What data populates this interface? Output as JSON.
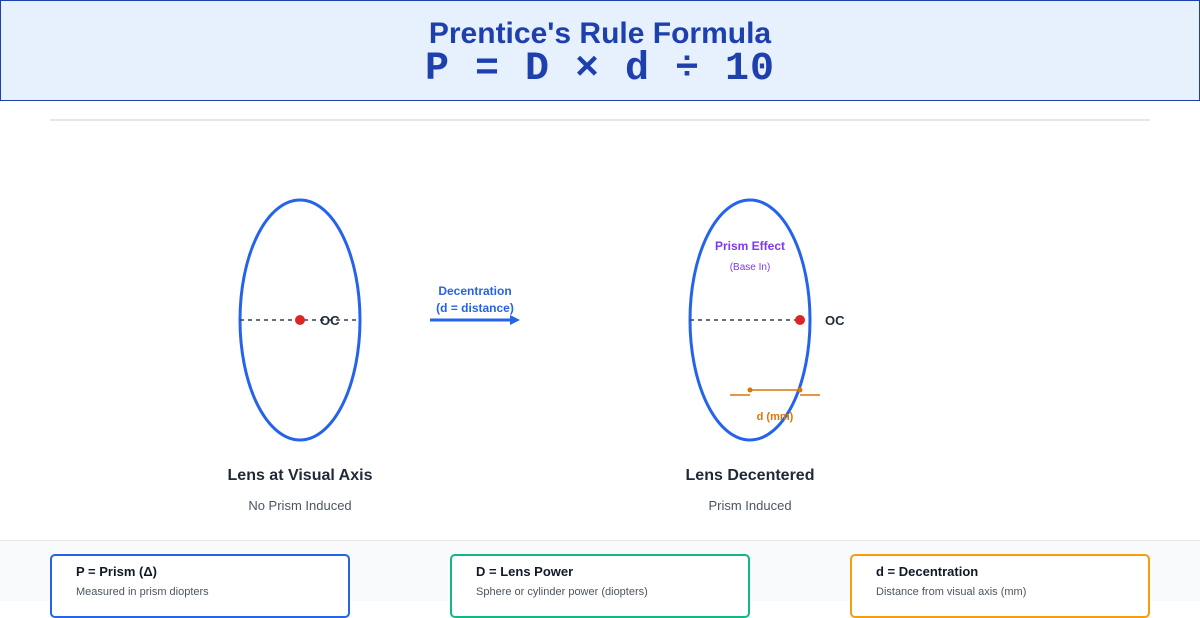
{
  "header": {
    "title": "Prentice's Rule Formula",
    "formula": "P = D × d ÷ 10"
  },
  "left_lens": {
    "oc_label": "OC",
    "caption": "Lens at Visual Axis",
    "subcaption": "No Prism Induced"
  },
  "arrow": {
    "line1": "Decentration",
    "line2": "(d = distance)"
  },
  "right_lens": {
    "prism_label": "Prism Effect",
    "prism_sub": "(Base In)",
    "oc_label": "OC",
    "d_label": "d (mm)",
    "caption": "Lens Decentered",
    "subcaption": "Prism Induced"
  },
  "cards": [
    {
      "title": "P = Prism (Δ)",
      "desc": "Measured in prism diopters",
      "color": "#2563eb"
    },
    {
      "title": "D = Lens Power",
      "desc": "Sphere or cylinder power (diopters)",
      "color": "#10b981"
    },
    {
      "title": "d = Decentration",
      "desc": "Distance from visual axis (mm)",
      "color": "#f59e0b"
    }
  ],
  "colors": {
    "lens": "#2563eb",
    "center": "#dc2626",
    "prism": "#7c3aed",
    "measure": "#d97706",
    "text": "#1f2937",
    "subtext": "#4b5563"
  }
}
